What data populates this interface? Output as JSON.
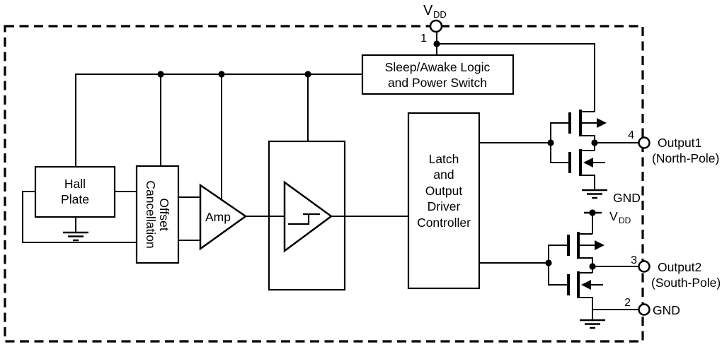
{
  "colors": {
    "ink": "#000000",
    "paper": "#ffffff"
  },
  "blocks": {
    "sleep_awake": {
      "line1": "Sleep/Awake Logic",
      "line2": "and Power Switch"
    },
    "hall_plate": {
      "line1": "Hall",
      "line2": "Plate"
    },
    "offset_cancellation": {
      "line1": "Offset",
      "line2": "Cancellation"
    },
    "amp": {
      "label": "Amp"
    },
    "latch_controller": {
      "line1": "Latch",
      "line2": "and",
      "line3": "Output",
      "line4": "Driver",
      "line5": "Controller"
    }
  },
  "pins": {
    "vdd": {
      "number": "1",
      "label": "V",
      "label_subscript": "DD"
    },
    "output1": {
      "number": "4",
      "label": "Output1",
      "polarity": "(North-Pole)"
    },
    "output2": {
      "number": "3",
      "label": "Output2",
      "polarity": "(South-Pole)"
    },
    "gnd": {
      "number": "2",
      "label": "GND"
    }
  },
  "internal_labels": {
    "gnd_output1_stage": "GND",
    "vdd_output2_stage": "V",
    "vdd_output2_stage_subscript": "DD"
  }
}
